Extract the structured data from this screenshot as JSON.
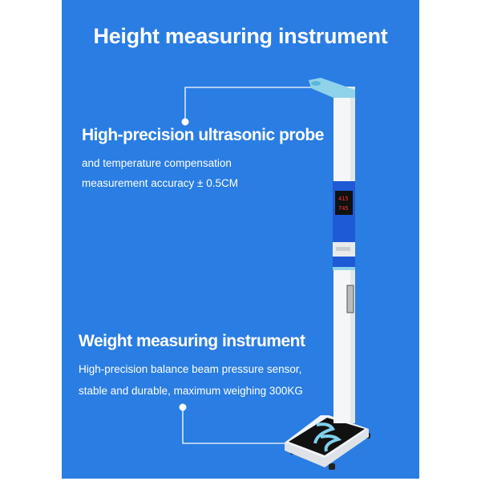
{
  "title": "Height measuring instrument",
  "height_section": {
    "heading": "High-precision ultrasonic probe",
    "lines": [
      "and temperature compensation",
      "measurement accuracy ± 0.5CM"
    ]
  },
  "weight_section": {
    "heading": "Weight measuring instrument",
    "lines": [
      "High-precision balance beam pressure sensor,",
      "stable and durable, maximum weighing 300KG"
    ]
  },
  "colors": {
    "background": "#2a7de2",
    "accent": "#8fd3ea"
  }
}
